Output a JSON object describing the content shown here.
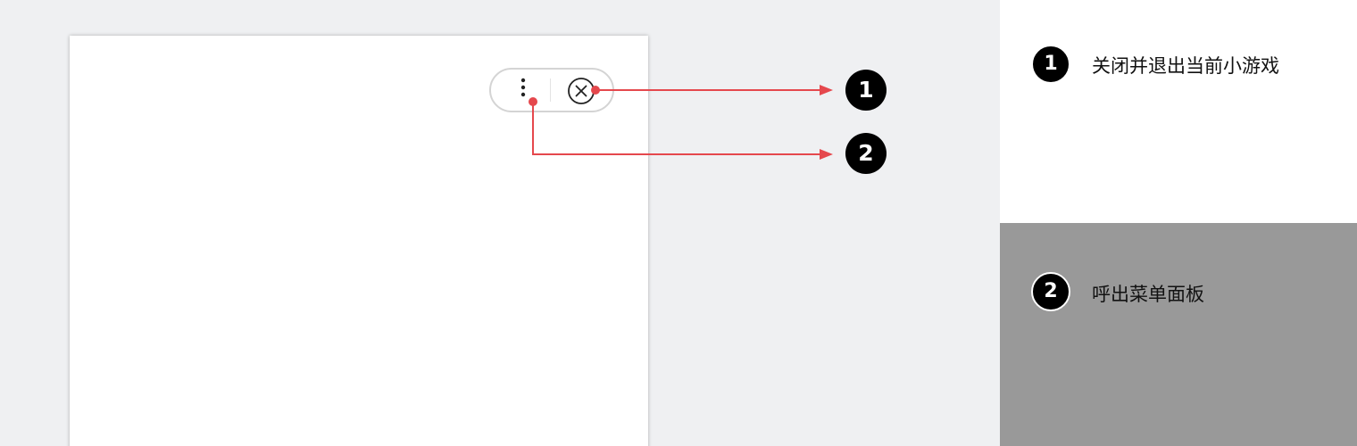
{
  "callouts": [
    {
      "number": "1",
      "description": "关闭并退出当前小游戏",
      "target": "close-button"
    },
    {
      "number": "2",
      "description": "呼出菜单面板",
      "target": "menu-button"
    }
  ],
  "colors": {
    "page_background": "#eff0f2",
    "leader_line": "#e5484d",
    "badge": "#000000",
    "legend_panel_1": "#ffffff",
    "legend_panel_2": "#999999"
  },
  "icons": {
    "menu": "vertical-dots-icon",
    "close": "circled-x-icon"
  }
}
